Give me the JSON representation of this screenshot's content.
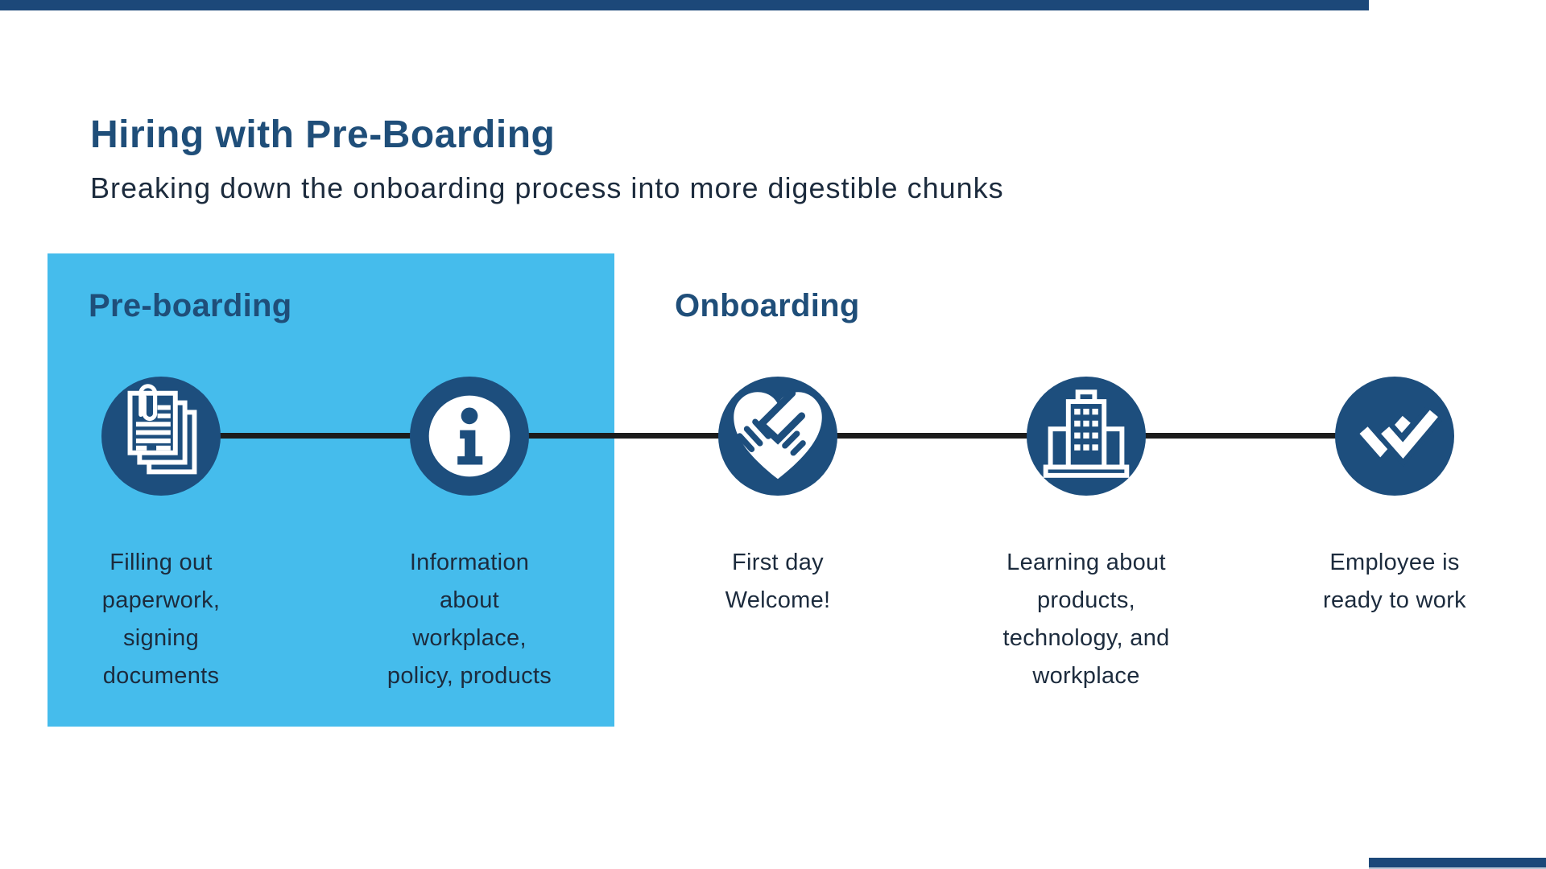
{
  "theme": {
    "bar_navy": "#1c4879",
    "heading_blue": "#1f4e79",
    "panel_light_blue": "#45bcec",
    "circle_navy": "#1d4e7d",
    "connector_black": "#1c1c1c",
    "body_text": "#1c2b3d"
  },
  "header": {
    "title": "Hiring with Pre-Boarding",
    "subtitle": "Breaking down the onboarding process into more digestible chunks"
  },
  "preboarding": {
    "label": "Pre-boarding"
  },
  "onboarding": {
    "label": "Onboarding"
  },
  "steps": [
    {
      "icon": "documents-icon",
      "caption": "Filling out\npaperwork,\nsigning\ndocuments"
    },
    {
      "icon": "info-icon",
      "caption": "Information\nabout\nworkplace,\npolicy, products"
    },
    {
      "icon": "handshake-icon",
      "caption": "First day\nWelcome!"
    },
    {
      "icon": "building-icon",
      "caption": "Learning about\nproducts,\ntechnology, and\nworkplace"
    },
    {
      "icon": "double-check-icon",
      "caption": "Employee is\nready to work"
    }
  ]
}
